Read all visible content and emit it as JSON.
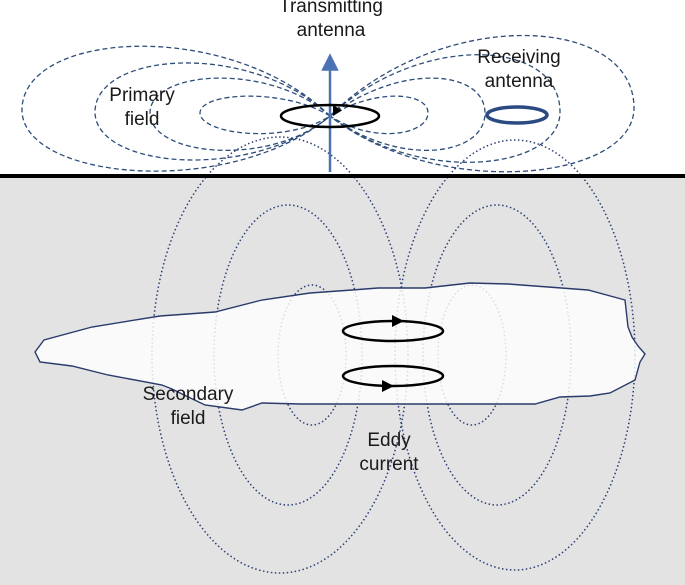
{
  "labels": {
    "transmitting_antenna": [
      "Transmitting",
      "antenna"
    ],
    "receiving_antenna": [
      "Receiving",
      "antenna"
    ],
    "primary_field": [
      "Primary",
      "field"
    ],
    "secondary_field": [
      "Secondary",
      "field"
    ],
    "eddy_current": [
      "Eddy",
      "current"
    ]
  },
  "colors": {
    "ground": "#e3e3e3",
    "ground_line": "#000000",
    "primary_field_lines": "#2e4d7a",
    "secondary_field_lines": "#2b3f73",
    "receiving_loop": "#2b4a82",
    "transmit_arrow": "#4a72b5",
    "ore_body_fill": "#ffffff",
    "ore_body_outline": "#2a3b6b",
    "loops": "#000000"
  }
}
